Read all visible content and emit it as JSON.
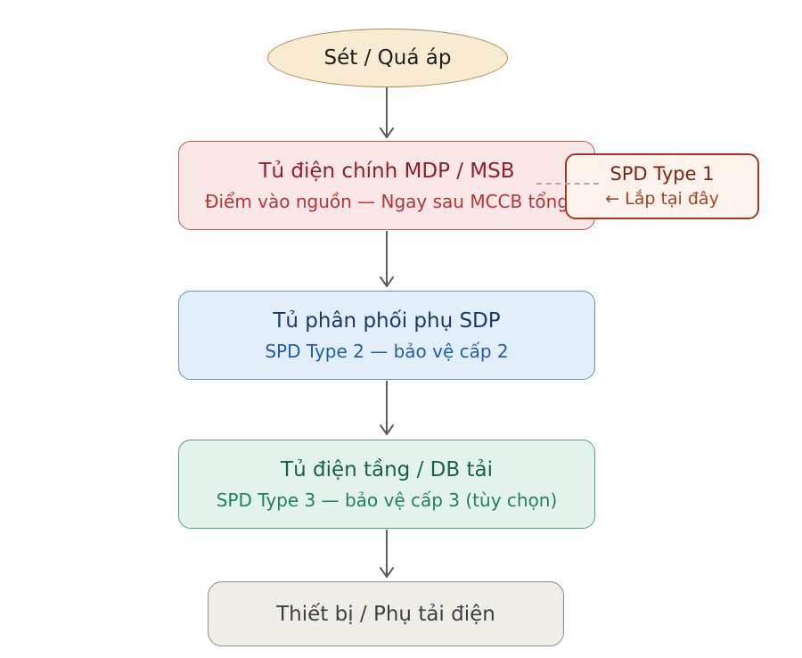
{
  "diagram": {
    "description": "SPD surge-protection installation flowchart",
    "nodes": {
      "source": {
        "label": "Sét / Quá áp"
      },
      "mdp": {
        "title": "Tủ điện chính MDP / MSB",
        "subtitle": "Điểm vào nguồn — Ngay sau MCCB tổng"
      },
      "spd1": {
        "title": "SPD Type 1",
        "subtitle": "← Lắp tại đây"
      },
      "sdp": {
        "title": "Tủ phân phối phụ SDP",
        "subtitle": "SPD Type 2 — bảo vệ cấp 2"
      },
      "db": {
        "title": "Tủ điện tầng / DB tải",
        "subtitle": "SPD Type 3 — bảo vệ cấp 3 (tùy chọn)"
      },
      "load": {
        "label": "Thiết bị / Phụ tải điện"
      }
    }
  },
  "colors": {
    "canvas": "#ffffff",
    "arrow": "#5d5d5d",
    "dash": "#aaaaaa",
    "source_fill": "#f8ebd2",
    "source_border": "#ad8951",
    "source_text": "#1f1f1f",
    "mdp_fill": "#fbe7e7",
    "mdp_border": "#bd6060",
    "mdp_title": "#8e1f2b",
    "mdp_subtitle": "#b23535",
    "spd1_fill": "#fdf2ec",
    "spd1_border": "#9f3d24",
    "spd1_title": "#7c2414",
    "spd1_subtitle": "#9d4527",
    "sdp_fill": "#e2eefa",
    "sdp_border": "#6e92b8",
    "sdp_title": "#1b3a66",
    "sdp_subtitle": "#1f5ea8",
    "db_fill": "#e3f3ec",
    "db_border": "#55a183",
    "db_title": "#18604a",
    "db_subtitle": "#1e7f63",
    "load_fill": "#efede7",
    "load_border": "#8d8d8d",
    "load_text": "#3f3f3f"
  }
}
